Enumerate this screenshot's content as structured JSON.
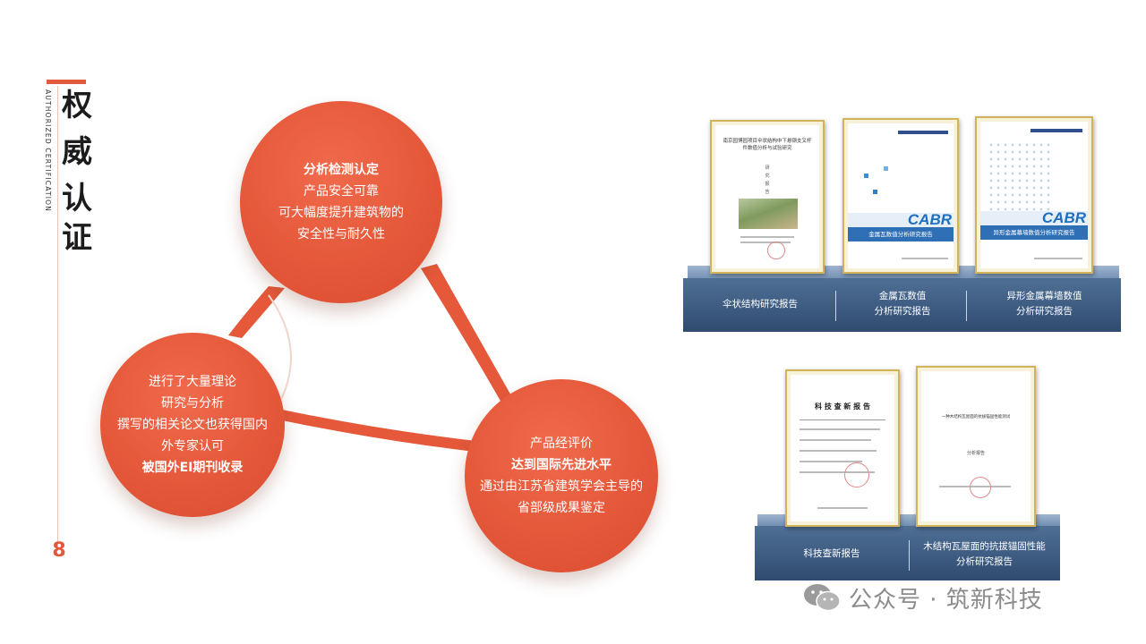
{
  "header": {
    "title_chars": [
      "权",
      "威",
      "认",
      "证"
    ],
    "subtitle": "AUTHORIZED CERTIFICATION",
    "page_number": "8",
    "accent_color": "#e2583b"
  },
  "bubbles": {
    "top": {
      "lines": [
        "分析检测认定",
        "产品安全可靠",
        "可大幅度提升建筑物的",
        "安全性与耐久性"
      ]
    },
    "left": {
      "lines": [
        "进行了大量理论",
        "研究与分析",
        "撰写的相关论文也获得国内",
        "外专家认可",
        "被国外EI期刊收录"
      ]
    },
    "right": {
      "lines": [
        "产品经评价",
        "达到国际先进水平",
        "通过由江苏省建筑学会主导的",
        "省部级成果鉴定"
      ]
    }
  },
  "certificates": {
    "top_row": {
      "doc1": {
        "title": "南京园博园项目伞状结构中下悬钢支叉杆件数值分析与试验研究",
        "sub": [
          "研",
          "究",
          "报",
          "告"
        ]
      },
      "doc2": {
        "brand": "CABR",
        "caption": "金属瓦数值分析研究报告"
      },
      "doc3": {
        "brand": "CABR",
        "caption": "异形金属幕墙数值分析研究报告"
      },
      "labels": [
        "伞状结构研究报告",
        "金属瓦数值",
        "分析研究报告",
        "异形金属幕墙数值",
        "分析研究报告"
      ]
    },
    "bottom_row": {
      "doc4": {
        "title": "科 技 查 新 报 告"
      },
      "doc5": {
        "title": "一种木结构瓦屋面的抗拔锚固性能测试",
        "sub": "分析报告"
      },
      "labels": [
        "科技查新报告",
        "木结构瓦屋面的抗拔锚固性能",
        "分析研究报告"
      ]
    }
  },
  "watermark": {
    "text": "公众号 · 筑新科技",
    "icon": "wechat-icon"
  }
}
